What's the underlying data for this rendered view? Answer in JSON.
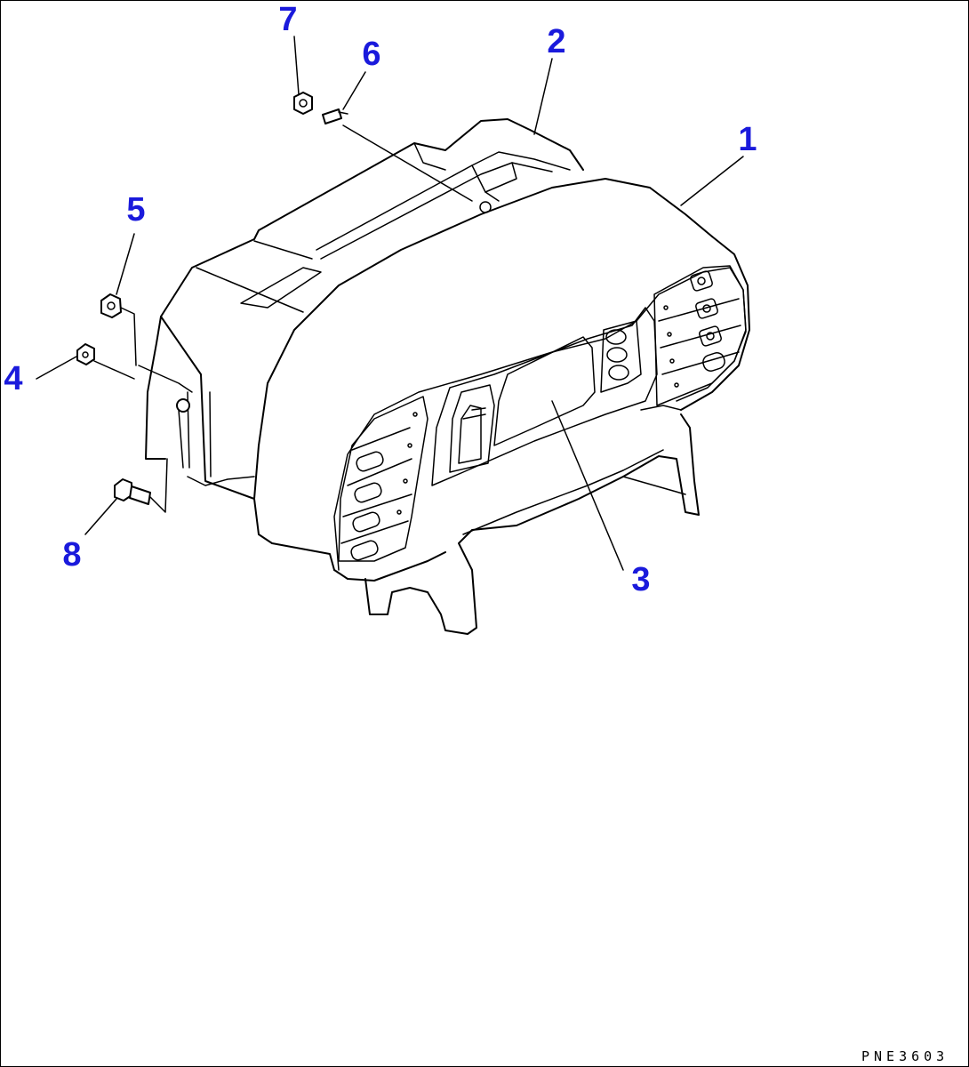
{
  "diagram": {
    "drawing_code": "PNE3603",
    "callout_color": "#1a1adc",
    "callouts": [
      {
        "id": "1",
        "label": "1"
      },
      {
        "id": "2",
        "label": "2"
      },
      {
        "id": "3",
        "label": "3"
      },
      {
        "id": "4",
        "label": "4"
      },
      {
        "id": "5",
        "label": "5"
      },
      {
        "id": "6",
        "label": "6"
      },
      {
        "id": "7",
        "label": "7"
      },
      {
        "id": "8",
        "label": "8"
      }
    ]
  }
}
